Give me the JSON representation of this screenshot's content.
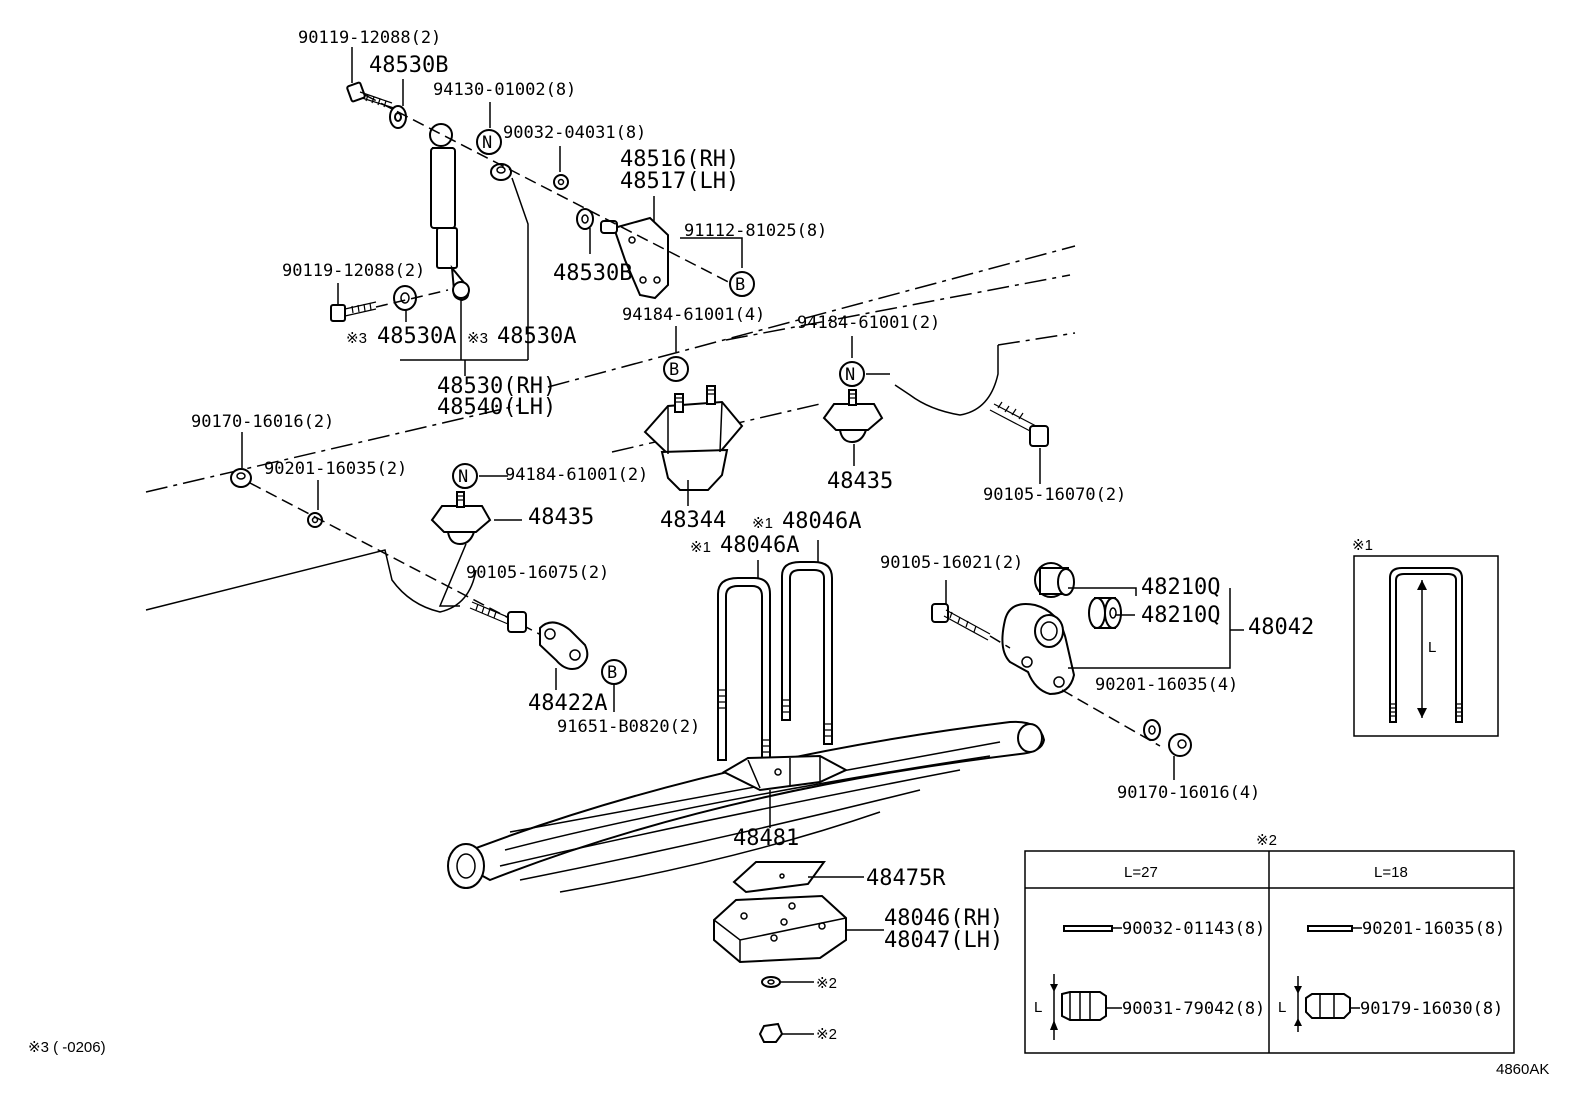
{
  "labels": {
    "p90119_top": "90119-12088(2)",
    "p48530b_top": "48530B",
    "p94130": "94130-01002(8)",
    "p90032": "90032-04031(8)",
    "p48516": "48516(RH)",
    "p48517": "48517(LH)",
    "p91112": "91112-81025(8)",
    "p48530b_mid": "48530B",
    "p90119_mid": "90119-12088(2)",
    "p48530a_left": "48530A",
    "p48530a_right": "48530A",
    "p48530rh": "48530(RH)",
    "p48540lh": "48540(LH)",
    "p94184_4": "94184-61001(4)",
    "p94184_2a": "94184-61001(2)",
    "p90170_left": "90170-16016(2)",
    "p90201_left": "90201-16035(2)",
    "p94184_2b": "94184-61001(2)",
    "p48435_left": "48435",
    "p48344": "48344",
    "p48435_right": "48435",
    "p90105_16070": "90105-16070(2)",
    "p48046a_1": "48046A",
    "p48046a_2": "48046A",
    "p90105_16075": "90105-16075(2)",
    "p90105_16021": "90105-16021(2)",
    "p48210q_1": "48210Q",
    "p48210q_2": "48210Q",
    "p48042": "48042",
    "p48422a": "48422A",
    "p91651": "91651-B0820(2)",
    "p90201_right": "90201-16035(4)",
    "p90170_right": "90170-16016(4)",
    "p48481": "48481",
    "p48475r": "48475R",
    "p48046rh": "48046(RH)",
    "p48047lh": "48047(LH)",
    "ref2a": "※2",
    "ref2b": "※2",
    "note3": "※3 (      -0206)",
    "diagram_code": "4860AK",
    "mark1_a": "※1",
    "mark1_b": "※1",
    "mark3_a": "※3",
    "mark3_b": "※3",
    "circle_n": "N",
    "circle_b": "B"
  },
  "inset1": {
    "title": "※1",
    "dim": "L"
  },
  "inset2": {
    "title": "※2",
    "col1_header": "L=27",
    "col2_header": "L=18",
    "r1c1": "90032-01143(8)",
    "r1c2": "90201-16035(8)",
    "r2c1": "90031-79042(8)",
    "r2c2": "90179-16030(8)",
    "dim": "L"
  }
}
